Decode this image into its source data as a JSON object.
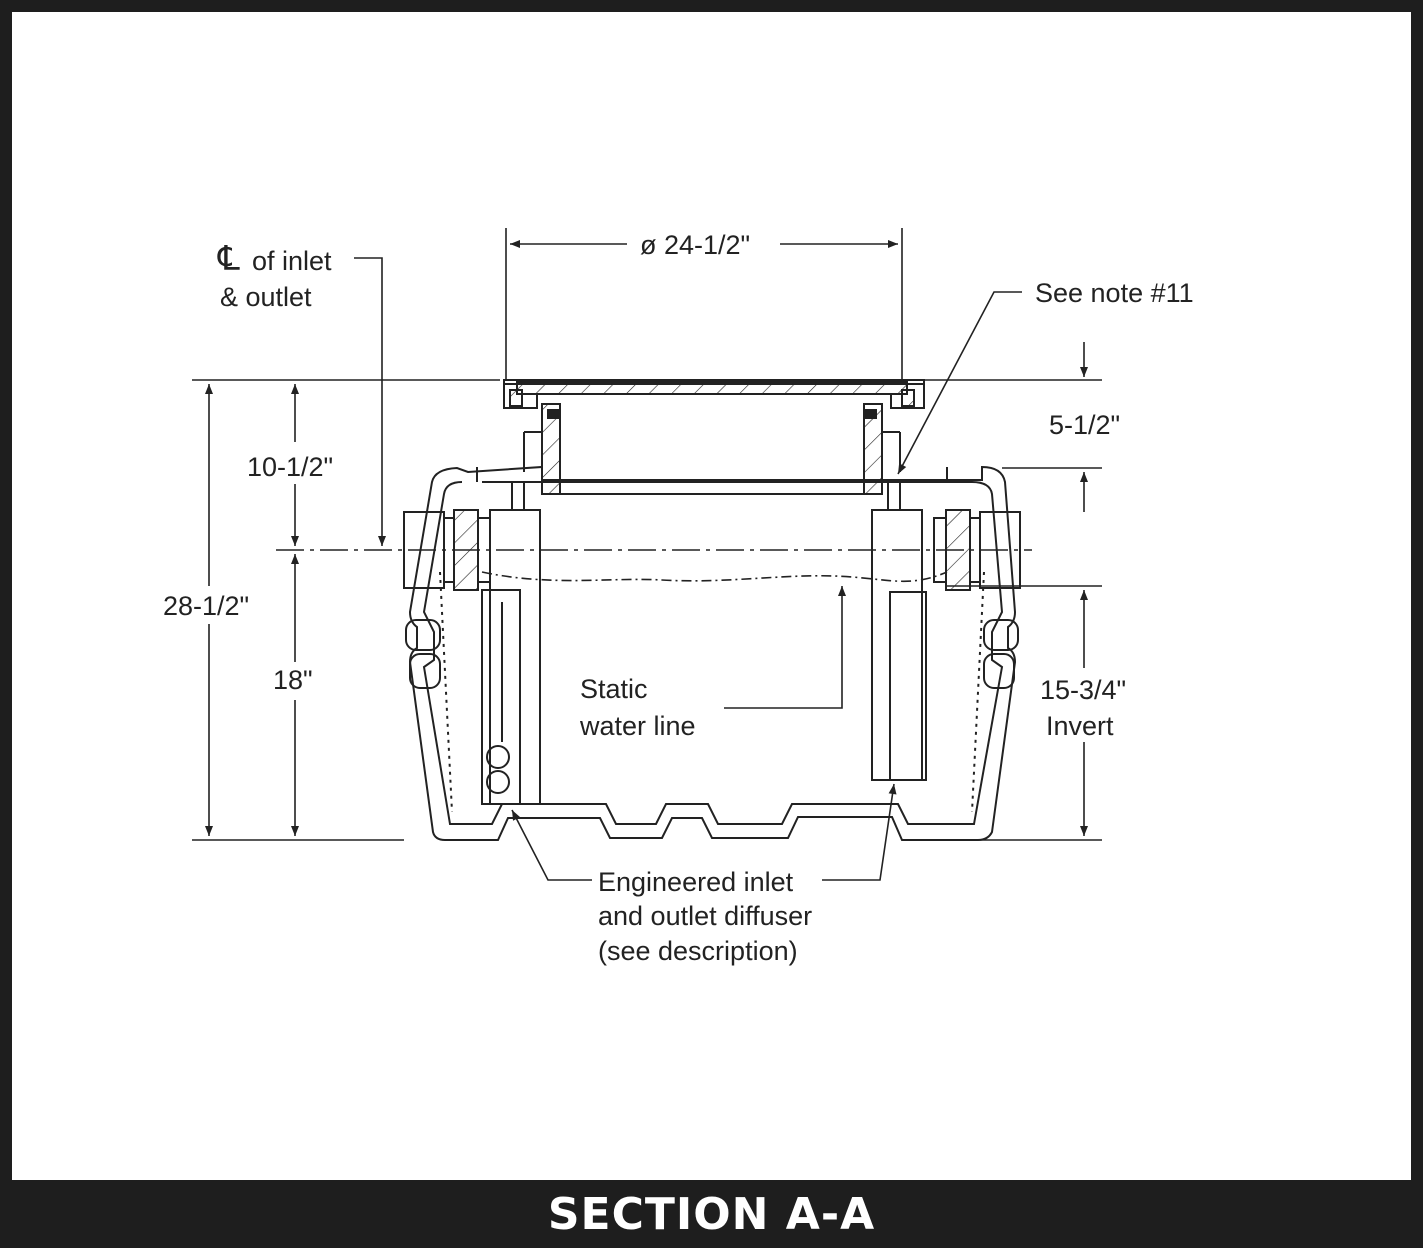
{
  "title": "SECTION A-A",
  "labels": {
    "centerline_symbol": "℄",
    "centerline_line1": "of inlet",
    "centerline_line2": "& outlet",
    "diameter": "ø 24-1/2\"",
    "note": "See note #11",
    "dim_top": "5-1/2\"",
    "dim_upper": "10-1/2\"",
    "dim_total": "28-1/2\"",
    "dim_lower": "18\"",
    "invert_value": "15-3/4\"",
    "invert_word": "Invert",
    "static_line1": "Static",
    "static_line2": "water line",
    "diffuser_line1": "Engineered inlet",
    "diffuser_line2": "and outlet diffuser",
    "diffuser_line3": "(see description)"
  },
  "colors": {
    "ink": "#222222",
    "background": "#ffffff",
    "title_bar": "#1e1e1e",
    "title_text": "#ffffff"
  }
}
